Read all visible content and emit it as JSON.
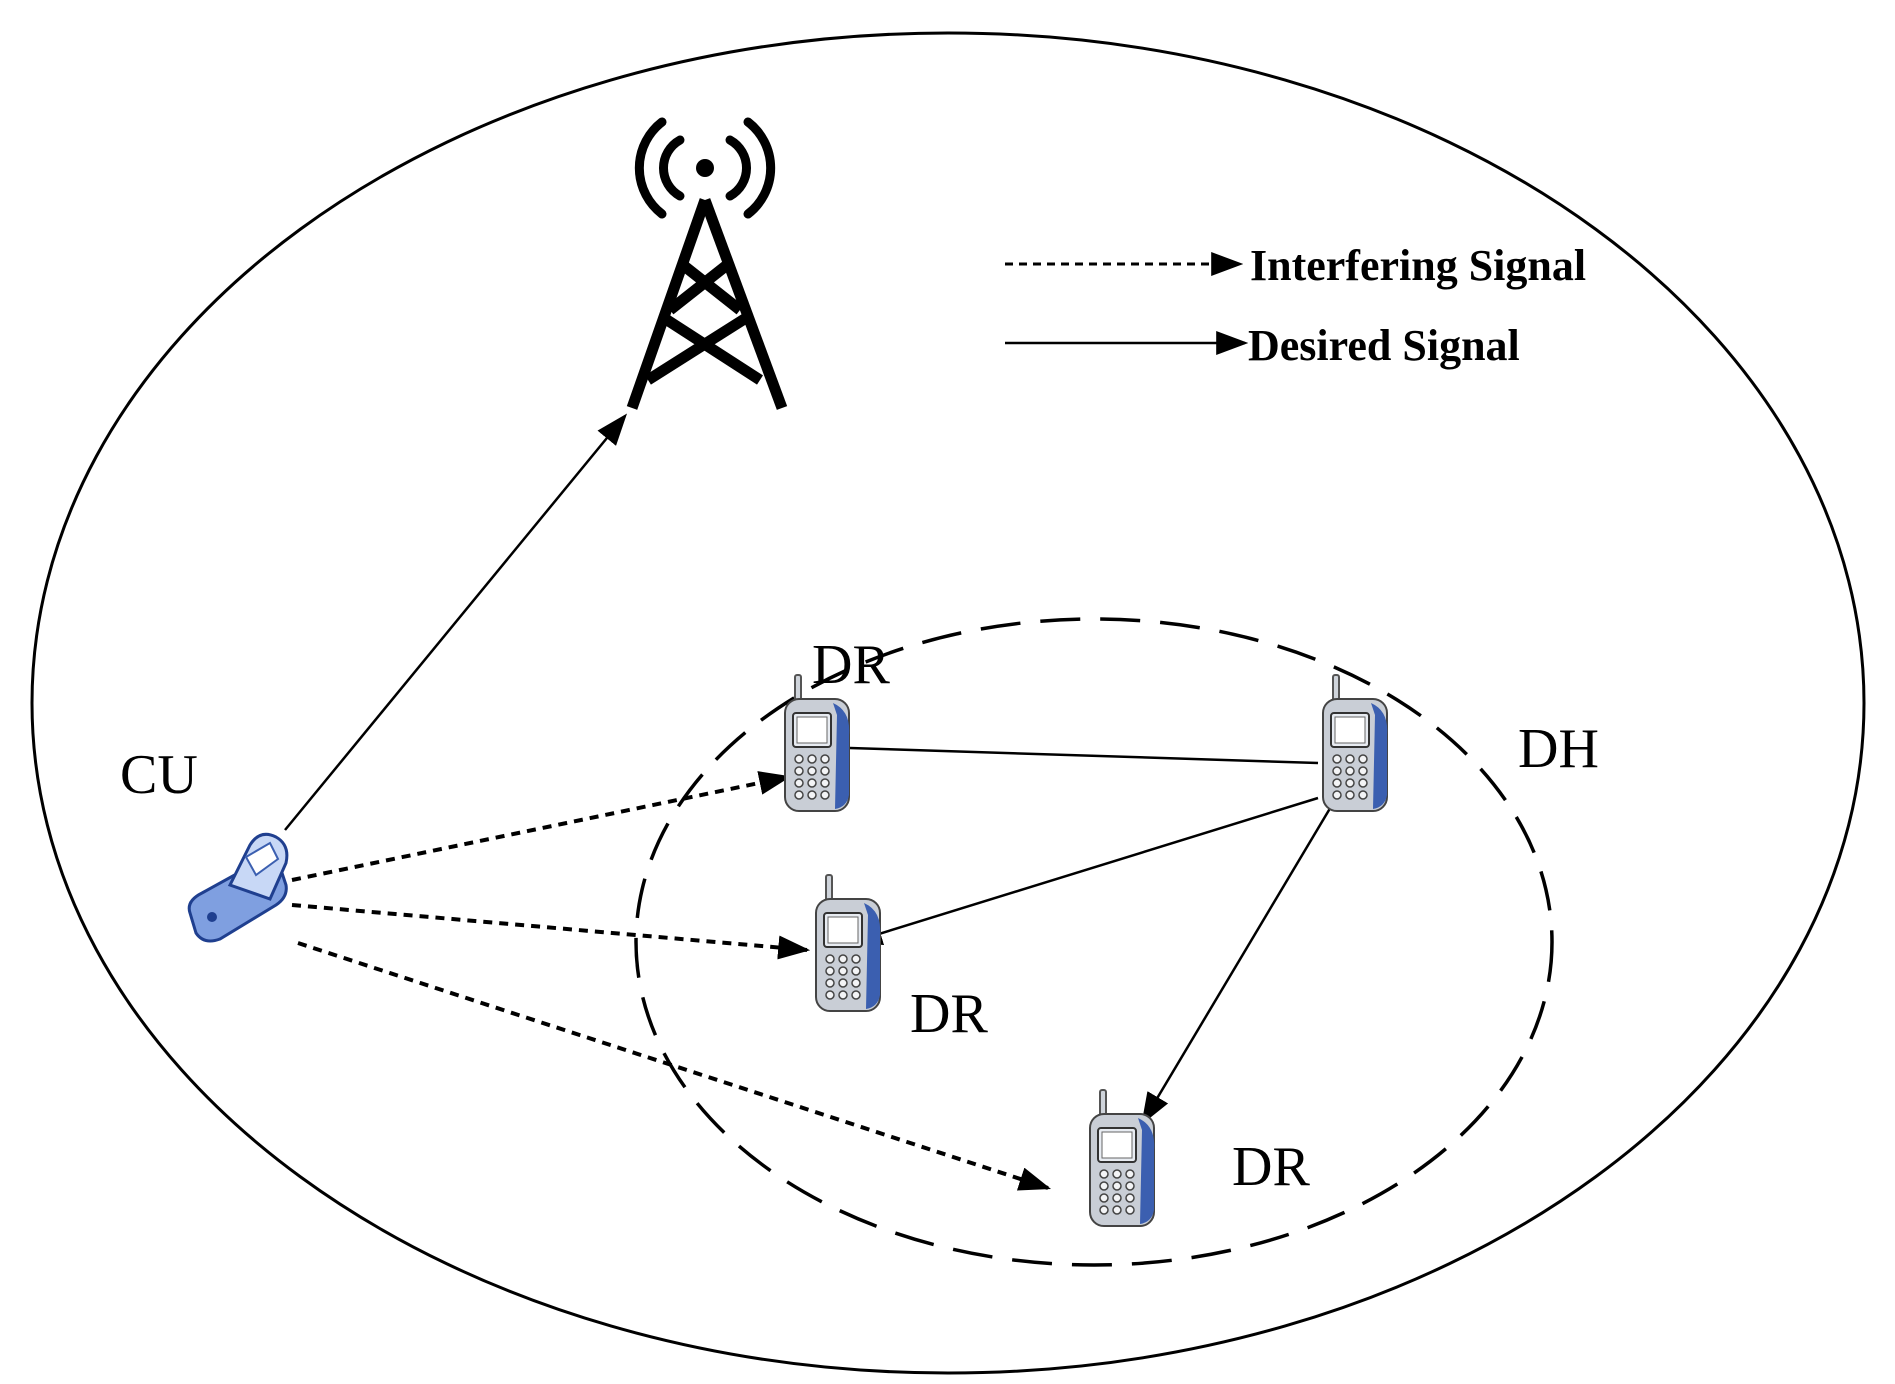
{
  "legend": {
    "interfering": "Interfering Signal",
    "desired": "Desired Signal"
  },
  "labels": {
    "cu": "CU",
    "dh": "DH",
    "dr_top": "DR",
    "dr_middle": "DR",
    "dr_bottom": "DR"
  },
  "colors": {
    "line": "#000000",
    "phone_body": "#c9ced6",
    "phone_accent": "#3b5fb0",
    "cu_phone": "#7f9fe0"
  },
  "icons": {
    "base_station": "cell-tower-icon",
    "cellular_user": "flip-phone-icon",
    "device": "mobile-phone-icon"
  }
}
